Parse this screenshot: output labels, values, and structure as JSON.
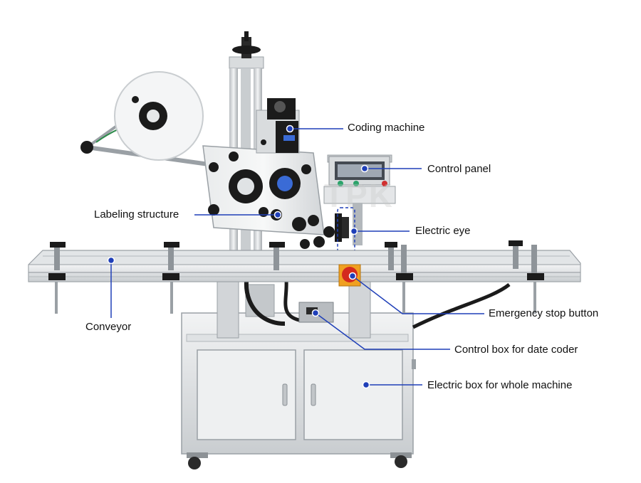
{
  "watermark": "TPK",
  "colors": {
    "callout": "#1f3fb8",
    "frame": "#cfd3d6",
    "frame_dark": "#8e9499",
    "knob": "#1b1b1b",
    "estop": "#f0a020"
  },
  "callouts": [
    {
      "id": "coding-machine",
      "text": "Coding machine"
    },
    {
      "id": "control-panel",
      "text": "Control panel"
    },
    {
      "id": "labeling-structure",
      "text": "Labeling structure"
    },
    {
      "id": "electric-eye",
      "text": "Electric eye"
    },
    {
      "id": "conveyor",
      "text": "Conveyor"
    },
    {
      "id": "emergency-stop-button",
      "text": "Emergency stop button"
    },
    {
      "id": "control-box-date-coder",
      "text": "Control box for date coder"
    },
    {
      "id": "electric-box-whole-machine",
      "text": "Electric box for whole machine"
    }
  ]
}
